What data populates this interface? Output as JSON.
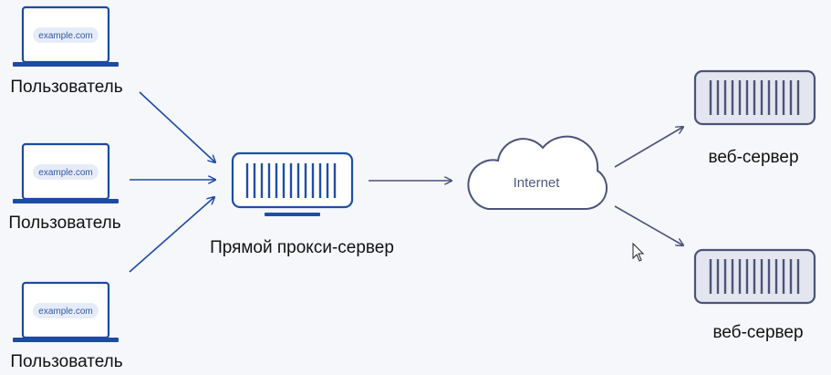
{
  "diagram": {
    "users": [
      {
        "url": "example.com",
        "label": "Пользователь"
      },
      {
        "url": "example.com",
        "label": "Пользователь"
      },
      {
        "url": "example.com",
        "label": "Пользователь"
      }
    ],
    "proxy": {
      "label": "Прямой прокси-сервер"
    },
    "cloud": {
      "label": "Internet"
    },
    "servers": [
      {
        "label": "веб-сервер"
      },
      {
        "label": "веб-сервер"
      }
    ],
    "colors": {
      "user_blue": "#1c4aa6",
      "proxy_blue": "#1f4ea6",
      "server_slate": "#4c5378",
      "url_pill": "#e6ecf7",
      "server_fill": "#e3e5ef"
    }
  }
}
